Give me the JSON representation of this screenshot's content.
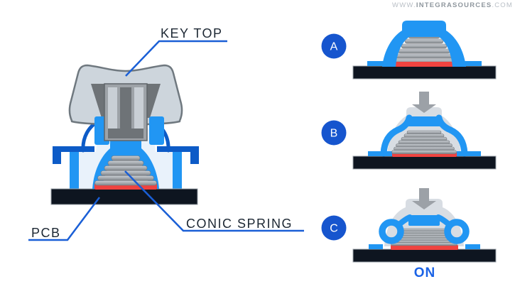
{
  "watermark": {
    "prefix": "WWW.",
    "brand": "INTEGRASOURCES",
    "suffix": ".COM"
  },
  "diagram": {
    "labels": {
      "key_top": "KEY TOP",
      "pcb": "PCB",
      "conic_spring": "CONIC SPRING"
    }
  },
  "stages": [
    {
      "label": "A"
    },
    {
      "label": "B"
    },
    {
      "label": "C"
    }
  ],
  "on_label": "ON",
  "colors": {
    "bright_blue": "#2196F3",
    "dark_blue": "#0D5BC7",
    "light_blue": "#E9F2FB",
    "badge_blue": "#1655CE",
    "leader_blue": "#1A5FD6",
    "contact_red": "#EF4340",
    "pcb_navy": "#0E1520",
    "keycap_gray": "#CDD5DC",
    "keycap_outline": "#6F787F",
    "stem_mid_gray": "#9EA3A8",
    "stem_dark_gray": "#6E7377",
    "spring_gray": "#969BA0",
    "ghost_gray": "#D8DDE3",
    "arrow_gray": "#9CA1A7",
    "label_text": "#1C2733",
    "on_text": "#1B63E6",
    "watermark_gray": "#B9BFC6"
  }
}
